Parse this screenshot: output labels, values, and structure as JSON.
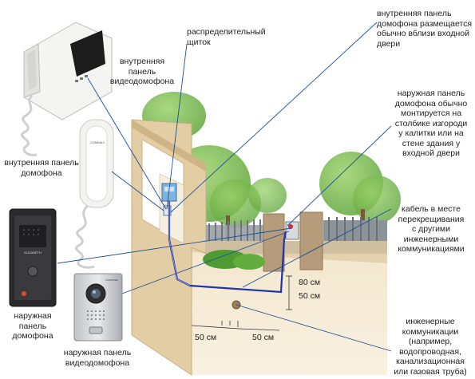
{
  "labels": {
    "distribution_box": "распределительный\nщиток",
    "inner_panel_location": "внутренняя панель\nдомофона размещается\nобычно вблизи входной\nдвери",
    "inner_video_panel": "внутренняя\nпанель\nвидеодомофона",
    "inner_panel": "внутренняя панель\nдомофона",
    "outer_panel_mounting": "наружная панель\nдомофона обычно\nмонтируется на\nстолбике изгороди\nу калитки или на\nстене здания у\nвходной двери",
    "cable_crossing": "кабель в месте\nперекрещивания\nс другими\nинженерными\nкоммуникациями",
    "outer_panel": "наружная панель\nдомофона",
    "outer_video_panel": "наружная панель\nвидеодомофона",
    "utilities": "инженерные\nкоммуникации\n(например,\nводопроводная,\nканализационная\nили газовая труба)",
    "dim_80cm_right": "80 см",
    "dim_50cm_right": "50 см",
    "dim_50cm_left": "50 см",
    "dim_50cm_bottom": "50 см"
  },
  "device_marks": {
    "doorphone_brand": "COMMAX",
    "outer_panel_brand": "ELIZABETH",
    "video_panel_brand": "Commax"
  },
  "colors": {
    "leader_line": "#1f4e9a",
    "cable": "#2233aa",
    "soil": "#efe1c6",
    "wall": "#e6cfa6"
  }
}
